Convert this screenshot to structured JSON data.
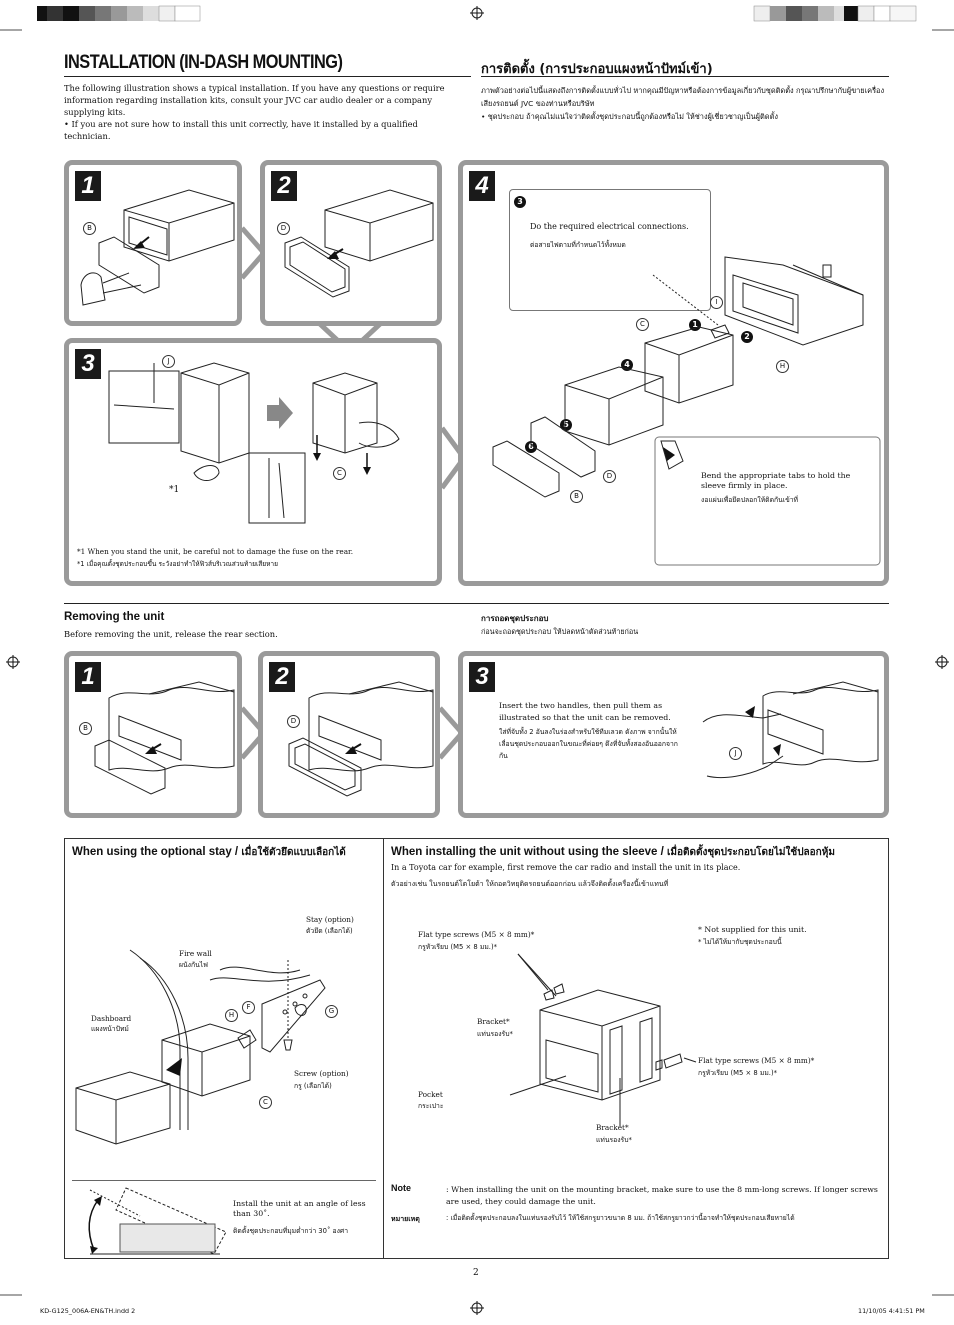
{
  "page": {
    "title_en": "INSTALLATION (IN-DASH MOUNTING)",
    "title_th": "การติดตั้ง (การประกอบแผงหน้าปัทม์เข้า)",
    "intro_en_1": "The following illustration shows a typical installation. If you have any questions or require information regarding installation kits, consult your JVC car audio dealer or a company supplying kits.",
    "intro_en_2": "• If you are not sure how to install this unit correctly, have it installed by a qualified technician.",
    "intro_th_1": "ภาพตัวอย่างต่อไปนี้แสดงถึงการติดตั้งแบบทั่วไป หากคุณมีปัญหาหรือต้องการข้อมูลเกี่ยวกับชุดติดตั้ง กรุณาปรึกษากับผู้ขายเครื่องเสียงรถยนต์ JVC ของท่านหรือบริษัท",
    "intro_th_2": "• ชุดประกอบ ถ้าคุณไม่แน่ใจว่าติดตั้งชุดประกอบนี้ถูกต้องหรือไม่ ให้ช่างผู้เชี่ยวชาญเป็นผู้ติดตั้ง",
    "page_number": "2",
    "footer_left": "KD-G125_006A-EN&TH.indd   2",
    "footer_right": "11/10/05   4:41:51 PM"
  },
  "install_steps": {
    "step1": "1",
    "step2": "2",
    "step3": "3",
    "step4": "4",
    "label_b": "B",
    "label_d": "D",
    "label_j": "J",
    "label_c": "C",
    "label_i": "I",
    "label_h": "H",
    "footnote_mark": "*1",
    "footnote_en": "*1  When you stand the unit, be careful not to damage the fuse on the rear.",
    "footnote_th": "*1  เมื่อคุณตั้งชุดประกอบขึ้น ระวังอย่าทำให้ฟิวส์บริเวณส่วนท้ายเสียหาย",
    "callout3_num": "3",
    "callout3_en": "Do the required electrical connections.",
    "callout3_th": "ต่อสายไฟตามที่กำหนดไว้ทั้งหมด",
    "n1": "1",
    "n2": "2",
    "n4": "4",
    "n5": "5",
    "n6": "6",
    "bend_en": "Bend the appropriate tabs to hold the sleeve firmly in place.",
    "bend_th": "งอแผ่นเพื่อยึดปลอกให้ติดกันเข้าที่"
  },
  "removing": {
    "title_en": "Removing the unit",
    "desc_en": "Before removing the unit, release the rear section.",
    "title_th": "การถอดชุดประกอบ",
    "desc_th": "ก่อนจะถอดชุดประกอบ ให้ปลดหน้าตัดส่วนท้ายก่อน",
    "step1": "1",
    "step2": "2",
    "step3": "3",
    "handles_en": "Insert the two handles, then pull them as illustrated so that the unit can be removed.",
    "handles_th": "ใส่ที่จับทั้ง 2 อันลงในร่องสำหรับใช้ทีมเลวด ดังภาพ จากนั้นให้เลื่อนชุดประกอบออกในขณะที่ค่อยๆ ดึงที่จับทั้งสองอันออกจากกัน"
  },
  "optional_stay": {
    "title_en": "When using the optional stay / ",
    "title_th": "เมื่อใช้ตัวยึดแบบเลือกได้",
    "stay_en": "Stay (option)",
    "stay_th": "ตัวยึด (เลือกได้)",
    "firewall_en": "Fire wall",
    "firewall_th": "ผนังกันไฟ",
    "dashboard_en": "Dashboard",
    "dashboard_th": "แผงหน้าปัทม์",
    "screw_en": "Screw (option)",
    "screw_th": "กรู (เลือกได้)",
    "label_f": "F",
    "label_g": "G",
    "label_h": "H",
    "label_c": "C",
    "angle_en": "Install the unit at an angle of less than 30˚.",
    "angle_th": "ติดตั้งชุดประกอบที่มุมต่ำกว่า 30˚ องศา"
  },
  "without_sleeve": {
    "title_en": "When installing the unit without using the sleeve / ",
    "title_th": "เมื่อติดตั้งชุดประกอบโดยไม่ใช้ปลอกหุ้ม",
    "desc_en": "In a Toyota car for example, first remove the car radio and install the unit in its place.",
    "desc_th": "ตัวอย่างเช่น ในรถยนต์โตโยต้า ให้ถอดวิทยุติดรถยนต์ออกก่อน แล้วจึงติดตั้งเครื่องนี้เข้าแทนที่",
    "flat_screws_en": "Flat type screws (M5 × 8 mm)*",
    "flat_screws_th": "กรูหัวเรียบ (M5 × 8 มม.)*",
    "not_supplied_en": "* Not supplied for this unit.",
    "not_supplied_th": "* ไม่ได้ให้มากับชุดประกอบนี้",
    "bracket_en": "Bracket*",
    "bracket_th": "แท่นรองรับ*",
    "pocket_en": "Pocket",
    "pocket_th": "กระเปาะ",
    "note_label_en": "Note",
    "note_label_th": "หมายเหตุ",
    "note_en": ": When installing the unit on the mounting bracket, make sure to use the 8 mm-long screws. If longer screws are used, they could damage the unit.",
    "note_th": ": เมื่อติดตั้งชุดประกอบลงในแท่นรองรับไว้ ให้ใช้สกรูยาวขนาด 8 มม. ถ้าใช้สกรูยาวกว่านี้อาจทำให้ชุดประกอบเสียหายได้"
  }
}
